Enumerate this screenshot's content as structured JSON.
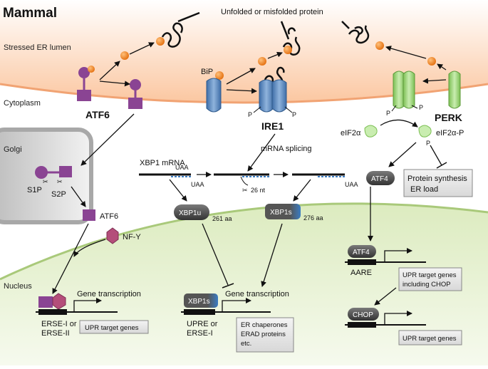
{
  "title": "Mammal",
  "top_label": "Unfolded or misfolded protein",
  "regions": {
    "er_lumen": "Stressed ER lumen",
    "cytoplasm": "Cytoplasm",
    "golgi": "Golgi",
    "nucleus": "Nucleus"
  },
  "atf6_branch": {
    "name": "ATF6",
    "s1p": "S1P",
    "s2p": "S2P",
    "cleaved": "ATF6",
    "nfy": "NF-Y",
    "gene_transcription": "Gene transcription",
    "element": "ERSE-I or\nERSE-II",
    "element_line1": "ERSE-I or",
    "element_line2": "ERSE-II",
    "target_box": "UPR target genes"
  },
  "ire1_branch": {
    "name": "IRE1",
    "bip": "BiP",
    "p_left": "P",
    "p_right": "P",
    "mrna_label": "XBP1 mRNA",
    "uaa1": "UAA",
    "uaa2": "UAA",
    "uaa3": "UAA",
    "splicing": "mRNA splicing",
    "nt": "26 nt",
    "xbp1u": "XBP1u",
    "xbp1u_aa": "261 aa",
    "xbp1s": "XBP1s",
    "xbp1s_aa": "276 aa",
    "xbp1s_nuc": "XBP1s",
    "gene_transcription": "Gene transcription",
    "element_line1": "UPRE or",
    "element_line2": "ERSE-I",
    "target_line1": "ER chaperones",
    "target_line2": "ERAD proteins",
    "target_line3": "etc."
  },
  "perk_branch": {
    "name": "PERK",
    "p_left": "P",
    "p_right": "P",
    "eif2a": "eIF2α",
    "eif2a_p": "eIF2α-P",
    "p_small": "P",
    "atf4": "ATF4",
    "protein_line1": "Protein synthesis",
    "protein_line2": "ER load",
    "atf4_nuc": "ATF4",
    "aare": "AARE",
    "upr_chop_line1": "UPR target genes",
    "upr_chop_line2": "including CHOP",
    "chop": "CHOP",
    "target_box": "UPR target genes"
  },
  "colors": {
    "lumen": "#f9c9a6",
    "nucleus": "#d6e6b4",
    "golgi": "#c9c9c9",
    "bip": "#f08a1e",
    "atf6": "#9a4d9c",
    "ire1": "#5b86b8",
    "perk": "#9fd37e"
  }
}
